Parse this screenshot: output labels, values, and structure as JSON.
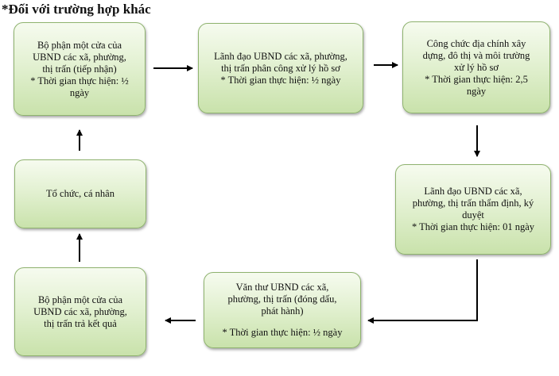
{
  "heading": "*Đối với trường hợp khác",
  "steps": [
    {
      "id": "b1",
      "lines": [
        "Bộ phận một cửa của",
        "UBND các xã, phường,",
        "thị trấn (tiếp nhận)",
        "* Thời gian thực hiện: ½",
        "ngày"
      ]
    },
    {
      "id": "b2",
      "lines": [
        "Lãnh đạo UBND các xã, phường,",
        "thị trấn phân công xử lý hồ sơ",
        "*  Thời gian thực hiện: ½ ngày"
      ]
    },
    {
      "id": "b3",
      "lines": [
        "Công chức địa chính xây",
        "dựng, đô thị và môi trường",
        "xử lý hồ sơ",
        "* Thời gian thực hiện: 2,5",
        "ngày"
      ]
    },
    {
      "id": "b4",
      "lines": [
        "Lãnh đạo UBND các xã,",
        "phường, thị trấn thẩm định, ký",
        "duyệt",
        "*  Thời gian thực hiện: 01 ngày"
      ]
    },
    {
      "id": "b5",
      "lines": [
        "Văn thư UBND các xã,",
        "phường, thị trấn (đóng dấu,",
        "phát hành)",
        "",
        "* Thời gian thực hiện: ½ ngày"
      ]
    },
    {
      "id": "b6",
      "lines": [
        "Bộ phận một cửa của",
        "UBND các xã, phường,",
        "thị trấn trả kết quả"
      ]
    },
    {
      "id": "b7",
      "lines": [
        "Tổ chức, cá nhân"
      ]
    }
  ]
}
